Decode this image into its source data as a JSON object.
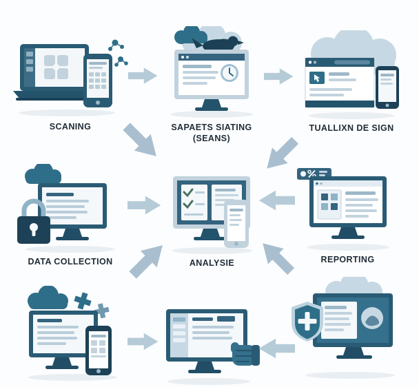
{
  "diagram": {
    "title": "process-workflow-illustration",
    "colors": {
      "background": "#fcfdfe",
      "arrow": "#b6cbd8",
      "arrow_diagonal": "#a9bfcf",
      "dark_teal": "#2a5b74",
      "mid_teal": "#34647f",
      "accent_blue": "#2e6e88",
      "light_blue": "#c6d8e3",
      "label_text": "#1f2b36"
    },
    "nodes": {
      "scanning": {
        "label": "SCANING",
        "icons": [
          "laptop",
          "smartphone",
          "molecule-icon"
        ]
      },
      "staging": {
        "label": "SAPAETS SIATING",
        "sublabel": "(SEANS)",
        "icons": [
          "dark-cloud-icon",
          "light-cloud-icon",
          "bird-icon",
          "monitor",
          "clock-icon"
        ]
      },
      "design": {
        "label": "TUALLIXN DE SIGN",
        "icons": [
          "light-cloud-icon",
          "browser-window",
          "cursor-icon",
          "smartphone"
        ]
      },
      "data_collection": {
        "label": "DATA COLLECTION",
        "icons": [
          "dark-cloud-icon",
          "monitor",
          "padlock-icon"
        ]
      },
      "analysis": {
        "label": "ANALYSIE",
        "icons": [
          "monitor",
          "checklist-icon",
          "smartphone"
        ]
      },
      "reporting": {
        "label": "REPORTING",
        "icons": [
          "metrics-badge-icon",
          "monitor",
          "dashboard-grid-icon"
        ]
      },
      "integration": {
        "icons": [
          "dark-cloud-icon",
          "puzzle-piece-icon",
          "monitor",
          "smartphone"
        ]
      },
      "review": {
        "icons": [
          "monitor",
          "sidebar-panel",
          "fist-icon"
        ]
      },
      "security": {
        "icons": [
          "light-cloud-icon",
          "monitor",
          "profile-photo-icon",
          "shield-cross-icon"
        ]
      }
    },
    "connections": [
      {
        "from": "scanning",
        "to": "staging",
        "direction": "right"
      },
      {
        "from": "staging",
        "to": "design",
        "direction": "right"
      },
      {
        "from": "scanning",
        "to": "analysis",
        "direction": "down-right"
      },
      {
        "from": "design",
        "to": "analysis",
        "direction": "down-left"
      },
      {
        "from": "data_collection",
        "to": "analysis",
        "direction": "right"
      },
      {
        "from": "reporting",
        "to": "analysis",
        "direction": "left"
      },
      {
        "from": "integration",
        "to": "analysis",
        "direction": "up-right"
      },
      {
        "from": "security",
        "to": "analysis",
        "direction": "up-left"
      },
      {
        "from": "integration",
        "to": "review",
        "direction": "right"
      },
      {
        "from": "security",
        "to": "review",
        "direction": "left"
      }
    ]
  }
}
